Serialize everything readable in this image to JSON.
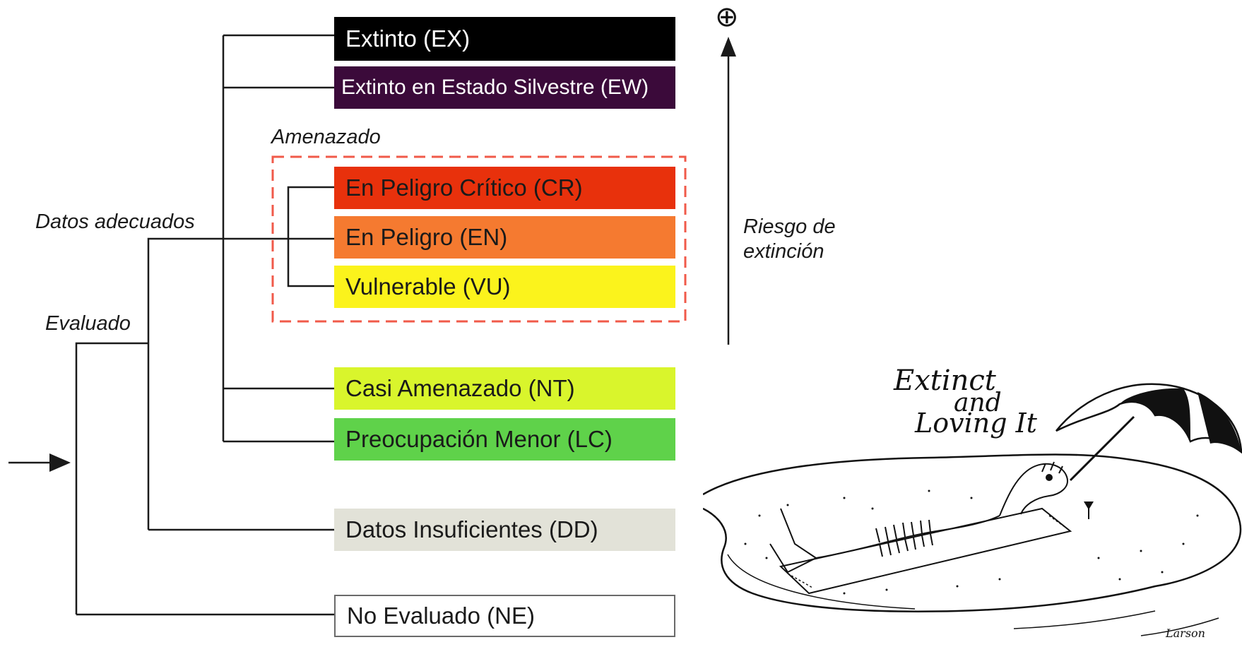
{
  "categories": [
    {
      "label": "Extinto (EX)",
      "bg": "#000000",
      "fg": "#ffffff"
    },
    {
      "label": "Extinto en Estado Silvestre (EW)",
      "bg": "#3b0a3a",
      "fg": "#ffffff"
    },
    {
      "label": "En Peligro Crítico (CR)",
      "bg": "#e8310c",
      "fg": "#1a1a1a"
    },
    {
      "label": "En Peligro (EN)",
      "bg": "#f57a30",
      "fg": "#1a1a1a"
    },
    {
      "label": "Vulnerable (VU)",
      "bg": "#fbf31c",
      "fg": "#1a1a1a"
    },
    {
      "label": "Casi Amenazado (NT)",
      "bg": "#d9f52c",
      "fg": "#1a1a1a"
    },
    {
      "label": "Preocupación Menor (LC)",
      "bg": "#5fd24a",
      "fg": "#1a1a1a"
    },
    {
      "label": "Datos Insuficientes (DD)",
      "bg": "#e2e2d8",
      "fg": "#1a1a1a"
    },
    {
      "label": "No Evaluado (NE)",
      "bg": "#ffffff",
      "fg": "#1a1a1a"
    }
  ],
  "group_labels": {
    "threatened": "Amenazado",
    "adequate_data": "Datos adecuados",
    "evaluated": "Evaluado"
  },
  "risk_axis": {
    "line1": "Riesgo de",
    "line2": "extinción",
    "plus_symbol": "⊕"
  },
  "cartoon": {
    "title_line1": "Extinct",
    "title_line2": "and",
    "title_line3": "Loving It",
    "signature": "Larson"
  }
}
